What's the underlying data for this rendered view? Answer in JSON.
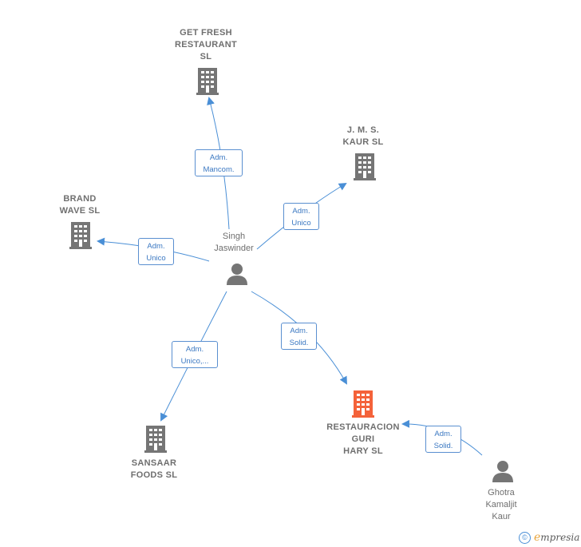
{
  "colors": {
    "edge": "#4a8fd6",
    "company_icon": "#757575",
    "focus_icon": "#f4623a",
    "person_icon": "#757575",
    "label_text": "#6f6f6f"
  },
  "nodes": {
    "get_fresh": {
      "label": "GET FRESH\nRESTAURANT\nSL",
      "icon": "building-icon"
    },
    "jms_kaur": {
      "label": "J.  M. S.\nKAUR SL",
      "icon": "building-icon"
    },
    "brand_wave": {
      "label": "BRAND\nWAVE  SL",
      "icon": "building-icon"
    },
    "singh": {
      "label": "Singh\nJaswinder",
      "icon": "person-icon"
    },
    "sansaar": {
      "label": "SANSAAR\nFOODS  SL",
      "icon": "building-icon"
    },
    "restauracion": {
      "label": "RESTAURACION\nGURI\nHARY  SL",
      "icon": "building-icon"
    },
    "ghotra": {
      "label": "Ghotra\nKamaljit\nKaur",
      "icon": "person-icon"
    }
  },
  "edges": {
    "e1": {
      "line1": "Adm.",
      "line2": "Mancom."
    },
    "e2": {
      "line1": "Adm.",
      "line2": "Unico"
    },
    "e3": {
      "line1": "Adm.",
      "line2": "Unico"
    },
    "e4": {
      "line1": "Adm.",
      "line2": "Unico,..."
    },
    "e5": {
      "line1": "Adm.",
      "line2": "Solid."
    },
    "e6": {
      "line1": "Adm.",
      "line2": "Solid."
    }
  },
  "footer": {
    "copyright": "©",
    "brand_initial": "e",
    "brand_rest": "mpresia"
  }
}
